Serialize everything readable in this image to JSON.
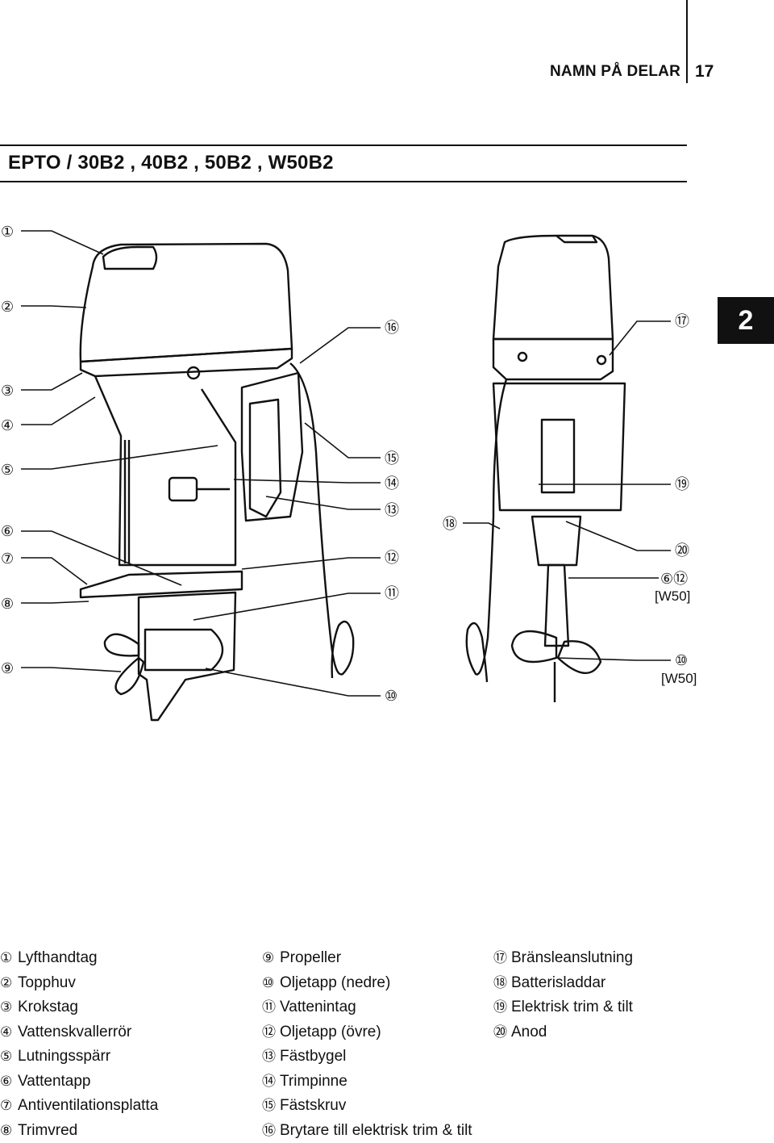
{
  "header": {
    "title": "NAMN PÅ DELAR",
    "page_number": "17"
  },
  "model_title": "EPTO / 30B2 , 40B2 , 50B2 , W50B2",
  "chapter_tab": "2",
  "callouts": {
    "c1": "①",
    "c2": "②",
    "c3": "③",
    "c4": "④",
    "c5": "⑤",
    "c6": "⑥",
    "c7": "⑦",
    "c8": "⑧",
    "c9": "⑨",
    "c10": "⑩",
    "c11": "⑪",
    "c12": "⑫",
    "c13": "⑬",
    "c14": "⑭",
    "c15": "⑮",
    "c16": "⑯",
    "c17": "⑰",
    "c18": "⑱",
    "c19": "⑲",
    "c20": "⑳",
    "c6_12": "⑥⑫",
    "c10b": "⑩",
    "w50_a": "[W50]",
    "w50_b": "[W50]"
  },
  "legend": {
    "col1": [
      {
        "num": "①",
        "label": "Lyfthandtag"
      },
      {
        "num": "②",
        "label": "Topphuv"
      },
      {
        "num": "③",
        "label": "Krokstag"
      },
      {
        "num": "④",
        "label": "Vattenskvallerrör"
      },
      {
        "num": "⑤",
        "label": "Lutningsspärr"
      },
      {
        "num": "⑥",
        "label": "Vattentapp"
      },
      {
        "num": "⑦",
        "label": "Antiventilationsplatta"
      },
      {
        "num": "⑧",
        "label": "Trimvred"
      }
    ],
    "col2": [
      {
        "num": "⑨",
        "label": "Propeller"
      },
      {
        "num": "⑩",
        "label": "Oljetapp (nedre)"
      },
      {
        "num": "⑪",
        "label": "Vattenintag"
      },
      {
        "num": "⑫",
        "label": "Oljetapp (övre)"
      },
      {
        "num": "⑬",
        "label": "Fästbygel"
      },
      {
        "num": "⑭",
        "label": "Trimpinne"
      },
      {
        "num": "⑮",
        "label": "Fästskruv"
      },
      {
        "num": "⑯",
        "label": "Brytare till elektrisk trim & tilt"
      }
    ],
    "col3": [
      {
        "num": "⑰",
        "label": "Bränsleanslutning"
      },
      {
        "num": "⑱",
        "label": "Batterisladdar"
      },
      {
        "num": "⑲",
        "label": "Elektrisk trim & tilt"
      },
      {
        "num": "⑳",
        "label": "Anod"
      }
    ]
  }
}
